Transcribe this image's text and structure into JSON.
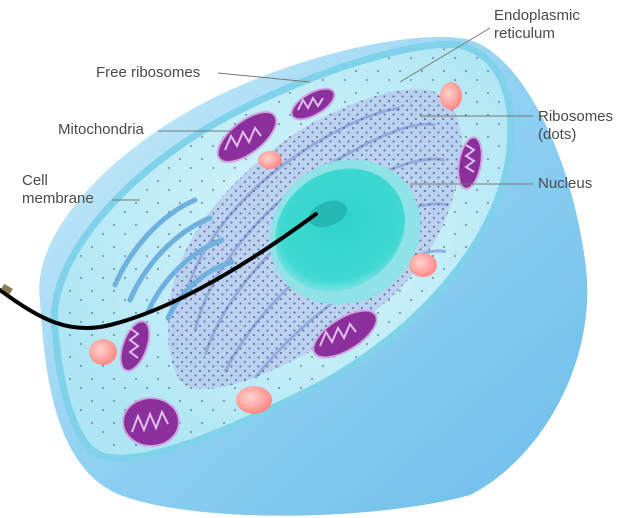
{
  "labels": {
    "endoplasmic_reticulum": "Endoplasmic\nreticulum",
    "free_ribosomes": "Free ribosomes",
    "mitochondria": "Mitochondria",
    "ribosomes_dots": "Ribosomes\n(dots)",
    "cell_membrane": "Cell\nmembrane",
    "nucleus": "Nucleus"
  },
  "colors": {
    "cytoplasm": "#bfeef6",
    "cell_side": "#8ecff0",
    "membrane": "#7fd2ea",
    "nucleus": "#34d4cc",
    "mitochondria": "#8a2f9b",
    "vesicles": "#ff8f8c",
    "er": "#9fb4e4",
    "probe": "#000000"
  }
}
